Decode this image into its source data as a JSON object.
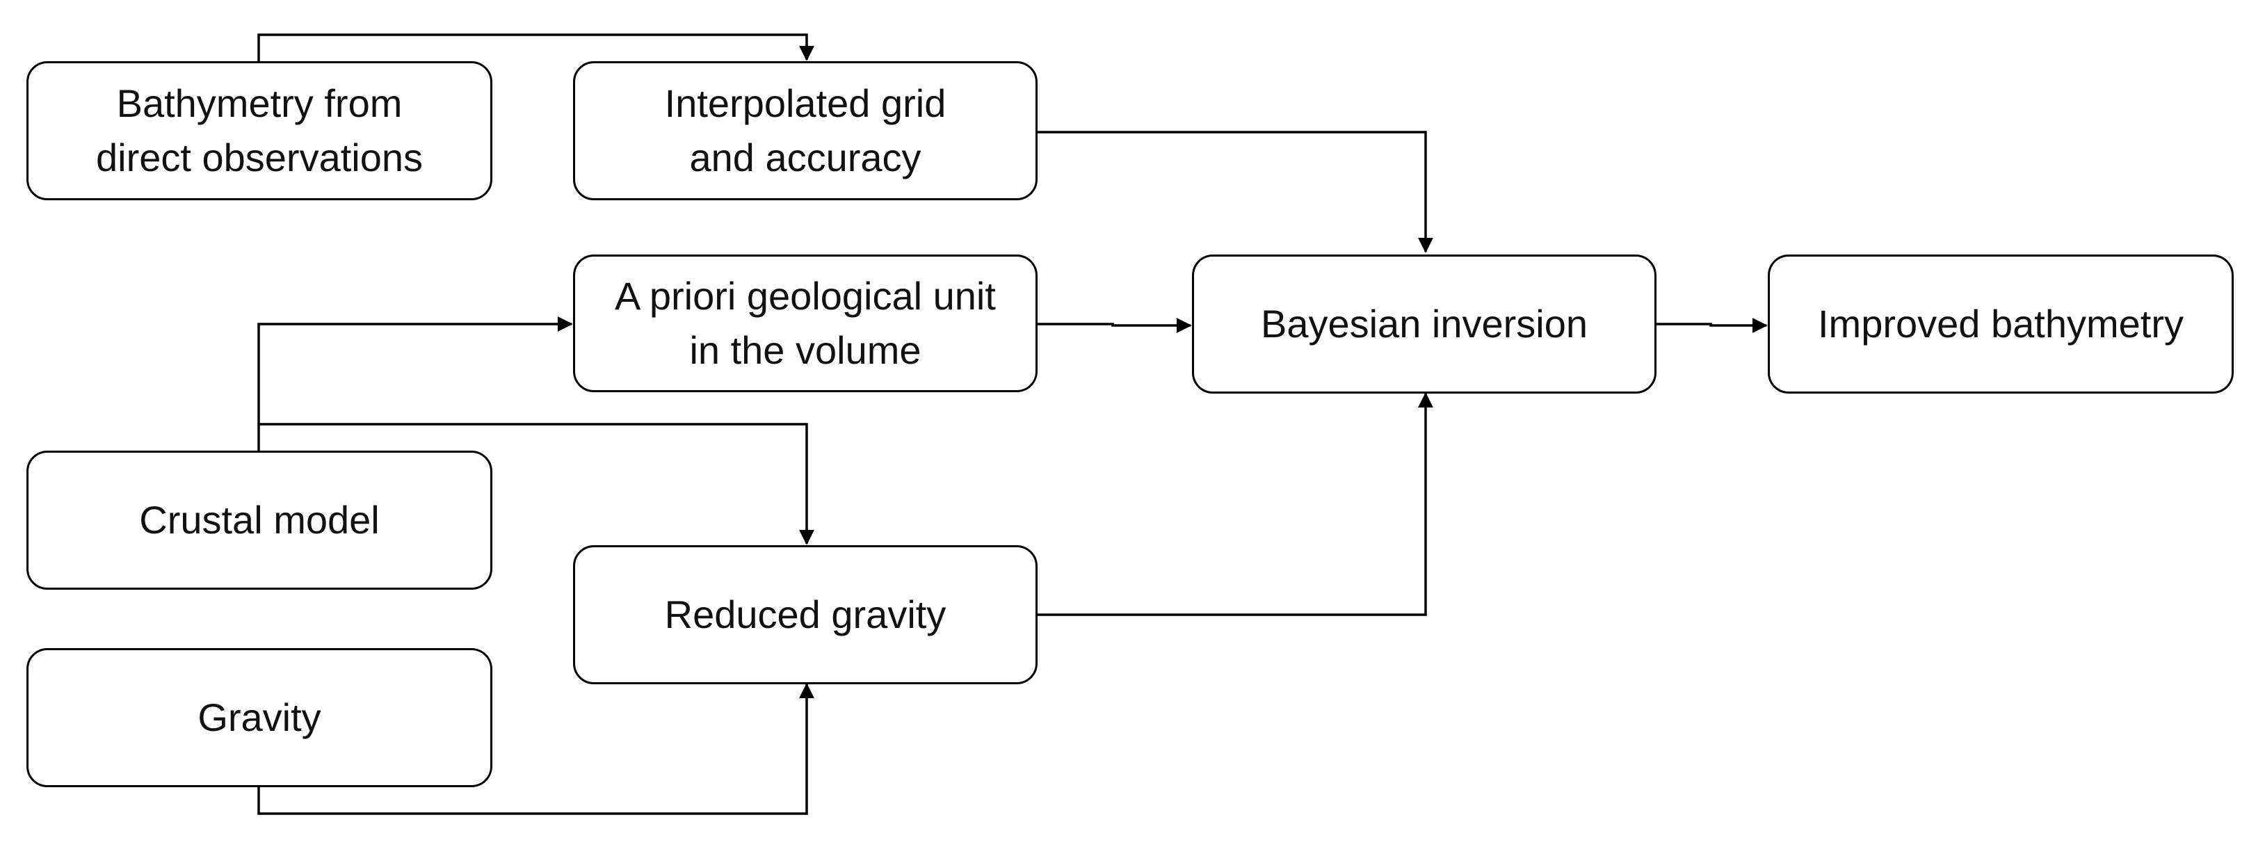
{
  "diagram": {
    "colors": {
      "stroke": "#000000",
      "background": "#ffffff",
      "text": "#111111"
    },
    "nodes": {
      "bathymetry_direct": {
        "lines": [
          "Bathymetry from",
          "direct observations"
        ]
      },
      "interpolated_grid": {
        "lines": [
          "Interpolated grid",
          "and accuracy"
        ]
      },
      "a_priori_unit": {
        "lines": [
          "A priori geological unit",
          "in the volume"
        ]
      },
      "crustal_model": {
        "lines": [
          "Crustal model"
        ]
      },
      "reduced_gravity": {
        "lines": [
          "Reduced gravity"
        ]
      },
      "gravity": {
        "lines": [
          "Gravity"
        ]
      },
      "bayesian_inversion": {
        "lines": [
          "Bayesian inversion"
        ]
      },
      "improved_bathymetry": {
        "lines": [
          "Improved bathymetry"
        ]
      }
    },
    "edges": [
      {
        "from": "bathymetry_direct",
        "to": "interpolated_grid"
      },
      {
        "from": "interpolated_grid",
        "to": "bayesian_inversion"
      },
      {
        "from": "crustal_model",
        "to": "a_priori_unit"
      },
      {
        "from": "crustal_model",
        "to": "reduced_gravity"
      },
      {
        "from": "a_priori_unit",
        "to": "bayesian_inversion"
      },
      {
        "from": "gravity",
        "to": "reduced_gravity"
      },
      {
        "from": "reduced_gravity",
        "to": "bayesian_inversion"
      },
      {
        "from": "bayesian_inversion",
        "to": "improved_bathymetry"
      }
    ]
  }
}
